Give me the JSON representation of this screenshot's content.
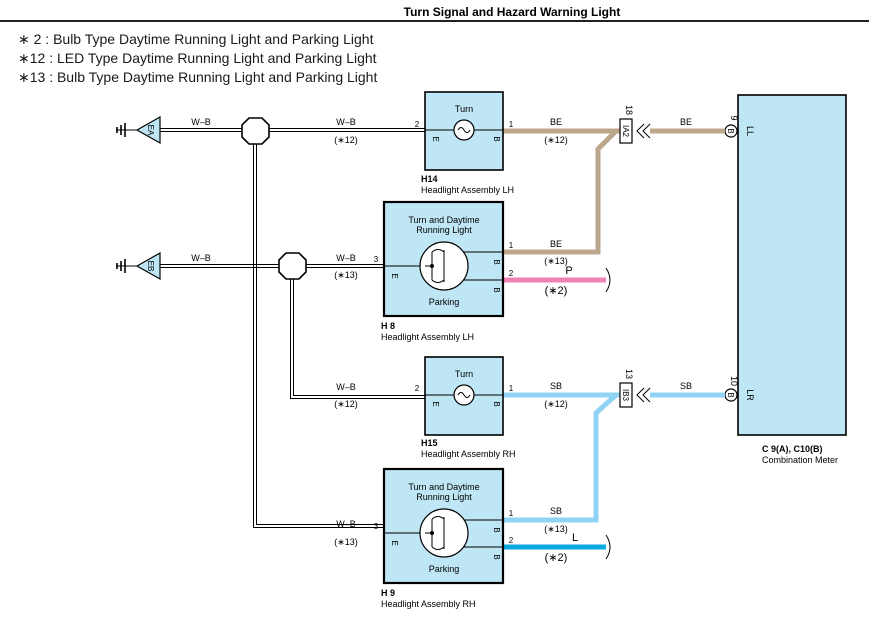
{
  "title": "Turn Signal and Hazard Warning Light",
  "legend": [
    "∗ 2 : Bulb Type Daytime Running Light and Parking Light",
    "∗12 : LED Type Daytime Running Light and Parking Light",
    "∗13 : Bulb Type Daytime Running Light and Parking Light"
  ],
  "grounds": {
    "ea": "EA",
    "eb": "EB"
  },
  "wire_colors": {
    "wb": "W–B",
    "be": "BE",
    "sb": "SB",
    "p": "P",
    "l": "L"
  },
  "notes": {
    "n12": "(∗12)",
    "n13": "(∗13)",
    "n2": "(∗2)"
  },
  "pins": {
    "p1": "1",
    "p2": "2",
    "p3": "3",
    "p9": "9",
    "p10": "10",
    "p13": "13",
    "p18": "18"
  },
  "terminal_letters": {
    "e": "E",
    "b": "B"
  },
  "junction_connectors": {
    "ia2": "IA2",
    "ib3": "IB3"
  },
  "meter_terminals": {
    "ll": "LL",
    "lr": "LR",
    "b": "B"
  },
  "h14": {
    "code": "H14",
    "name": "Headlight Assembly LH",
    "inner": "Turn"
  },
  "h8": {
    "code": "H 8",
    "name": "Headlight Assembly LH",
    "inner_1": "Turn and Daytime",
    "inner_2": "Running Light",
    "parking": "Parking"
  },
  "h15": {
    "code": "H15",
    "name": "Headlight Assembly RH",
    "inner": "Turn"
  },
  "h9": {
    "code": "H 9",
    "name": "Headlight Assembly RH",
    "inner_1": "Turn and Daytime",
    "inner_2": "Running Light",
    "parking": "Parking"
  },
  "meter": {
    "code": "C 9(A), C10(B)",
    "name": "Combination Meter"
  },
  "colors": {
    "panel": "#bfe6f5",
    "be": "#bca78c",
    "sb": "#8fd3f5",
    "p": "#f07fb4",
    "l": "#0aa8e0"
  }
}
